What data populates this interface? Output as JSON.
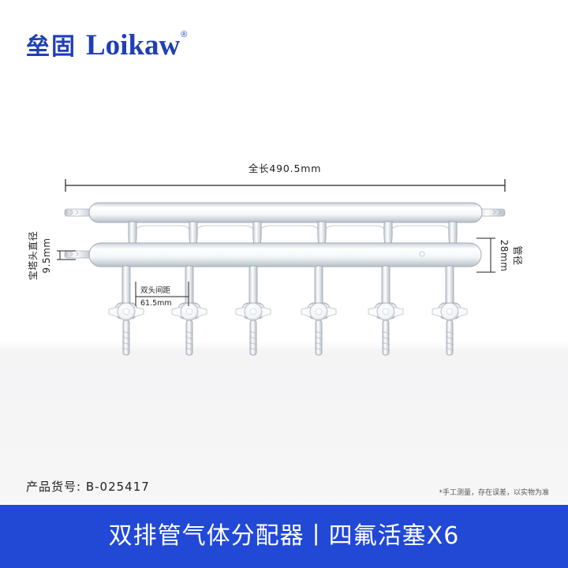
{
  "brand": {
    "cn": "垒固",
    "en": "Loikaw",
    "reg": "®"
  },
  "dimensions": {
    "total_length": "全长490.5mm",
    "hose_barb_label": "宝塔头直径",
    "hose_barb_value": "9.5mm",
    "spacing_label": "双头间距",
    "spacing_value": "61.5mm",
    "tube_label": "管径",
    "tube_value": "28mm"
  },
  "product": {
    "item_number": "产品货号: B-025417",
    "note": "*手工测量，存在误差，以实物为准"
  },
  "banner": {
    "title": "双排管气体分配器丨四氟活塞X6"
  },
  "colors": {
    "brand": "#1f3fb4",
    "banner": "#2149d6",
    "stopcock": "#ffffff",
    "glass": "#b9c3cc"
  }
}
